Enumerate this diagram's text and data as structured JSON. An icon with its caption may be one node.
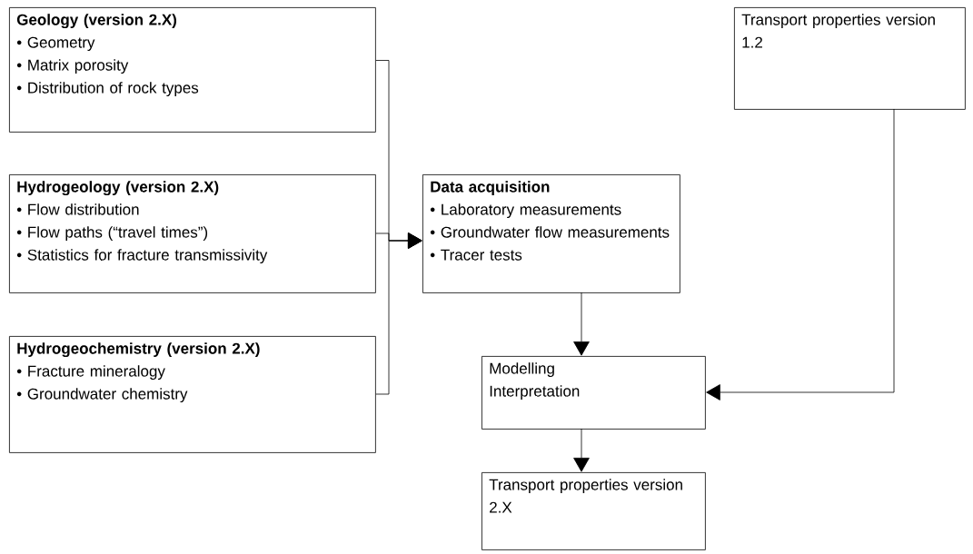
{
  "diagram": {
    "nodes": [
      {
        "text": [
          "Geology (version 2.X)",
          "• Geometry",
          "• Matrix porosity",
          "• Distribution of rock types"
        ]
      },
      {
        "text": [
          "Hydrogeology (version 2.X)",
          "• Flow distribution",
          "• Flow paths (“travel times”)",
          "• Statistics for fracture transmissivity"
        ]
      },
      {
        "text": [
          "Hydrogeochemistry (version 2.X)",
          "• Fracture mineralogy",
          "• Groundwater chemistry"
        ]
      },
      {
        "text": [
          "Data acquisition",
          "• Laboratory measurements",
          "• Groundwater flow measurements",
          "• Tracer tests"
        ]
      },
      {
        "text": [
          "Modelling Interpretation"
        ]
      },
      {
        "text": [
          "Transport properties version 1.2"
        ]
      },
      {
        "text": [
          "Transport properties version 2.X"
        ]
      }
    ],
    "edges": [
      {
        "from": 0,
        "to": 3,
        "arrow": "to"
      },
      {
        "from": 1,
        "to": 3,
        "arrow": "to"
      },
      {
        "from": 2,
        "to": 3,
        "arrow": "to"
      },
      {
        "from": 3,
        "to": 4,
        "arrow": "to"
      },
      {
        "from": 5,
        "to": 4,
        "arrow": "to"
      },
      {
        "from": 4,
        "to": 6,
        "arrow": "to"
      }
    ]
  }
}
